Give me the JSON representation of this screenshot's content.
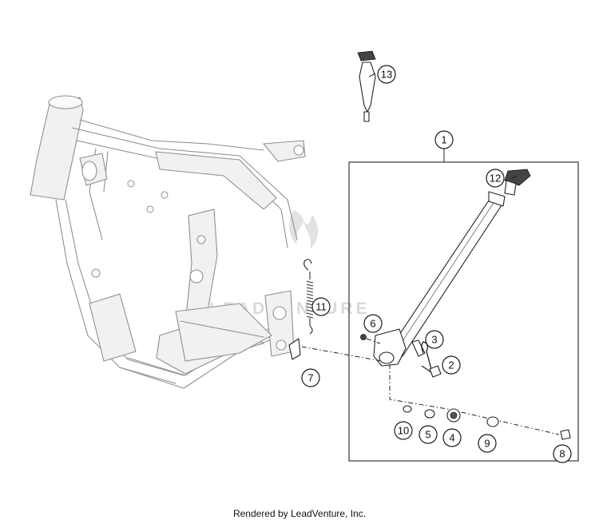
{
  "diagram": {
    "watermark": "LEADVENTURE",
    "footer": "Rendered by LeadVenture, Inc.",
    "callouts": [
      "1",
      "2",
      "3",
      "4",
      "5",
      "6",
      "7",
      "8",
      "9",
      "10",
      "11",
      "12",
      "13"
    ]
  }
}
